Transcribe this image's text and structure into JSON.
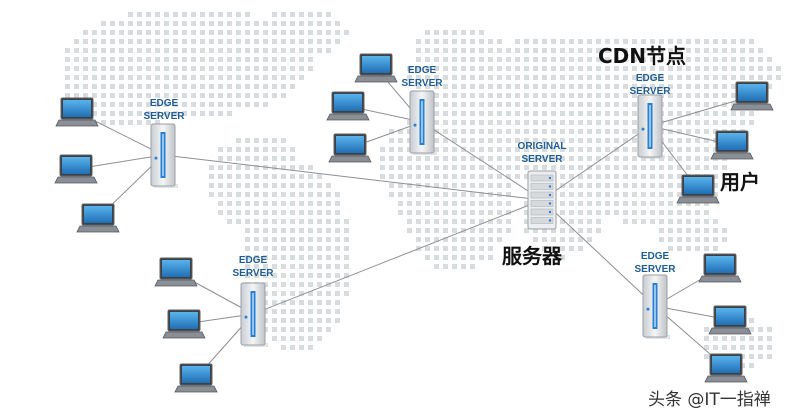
{
  "diagram": {
    "colors": {
      "map_dots": "#d9dcdf",
      "link_line": "#8c9094",
      "server_label": "#1f5d95",
      "server_body": "#e6e8ea",
      "server_accent": "#2a7fd4",
      "laptop_screen": "#2e8fd6",
      "laptop_frame": "#5d6166"
    },
    "origin": {
      "label_line1": "ORIGINAL",
      "label_line2": "SERVER"
    },
    "edges": [
      {
        "id": "west",
        "label_line1": "EDGE",
        "label_line2": "SERVER",
        "clients": 3
      },
      {
        "id": "north",
        "label_line1": "EDGE",
        "label_line2": "SERVER",
        "clients": 3
      },
      {
        "id": "east",
        "label_line1": "EDGE",
        "label_line2": "SERVER",
        "clients": 3
      },
      {
        "id": "southwest",
        "label_line1": "EDGE",
        "label_line2": "SERVER",
        "clients": 3
      },
      {
        "id": "southeast",
        "label_line1": "EDGE",
        "label_line2": "SERVER",
        "clients": 3
      }
    ],
    "annotations": {
      "cdn_node": "CDN节点",
      "user": "用户",
      "server": "服务器"
    },
    "watermark": "头条 @IT一指禅"
  }
}
